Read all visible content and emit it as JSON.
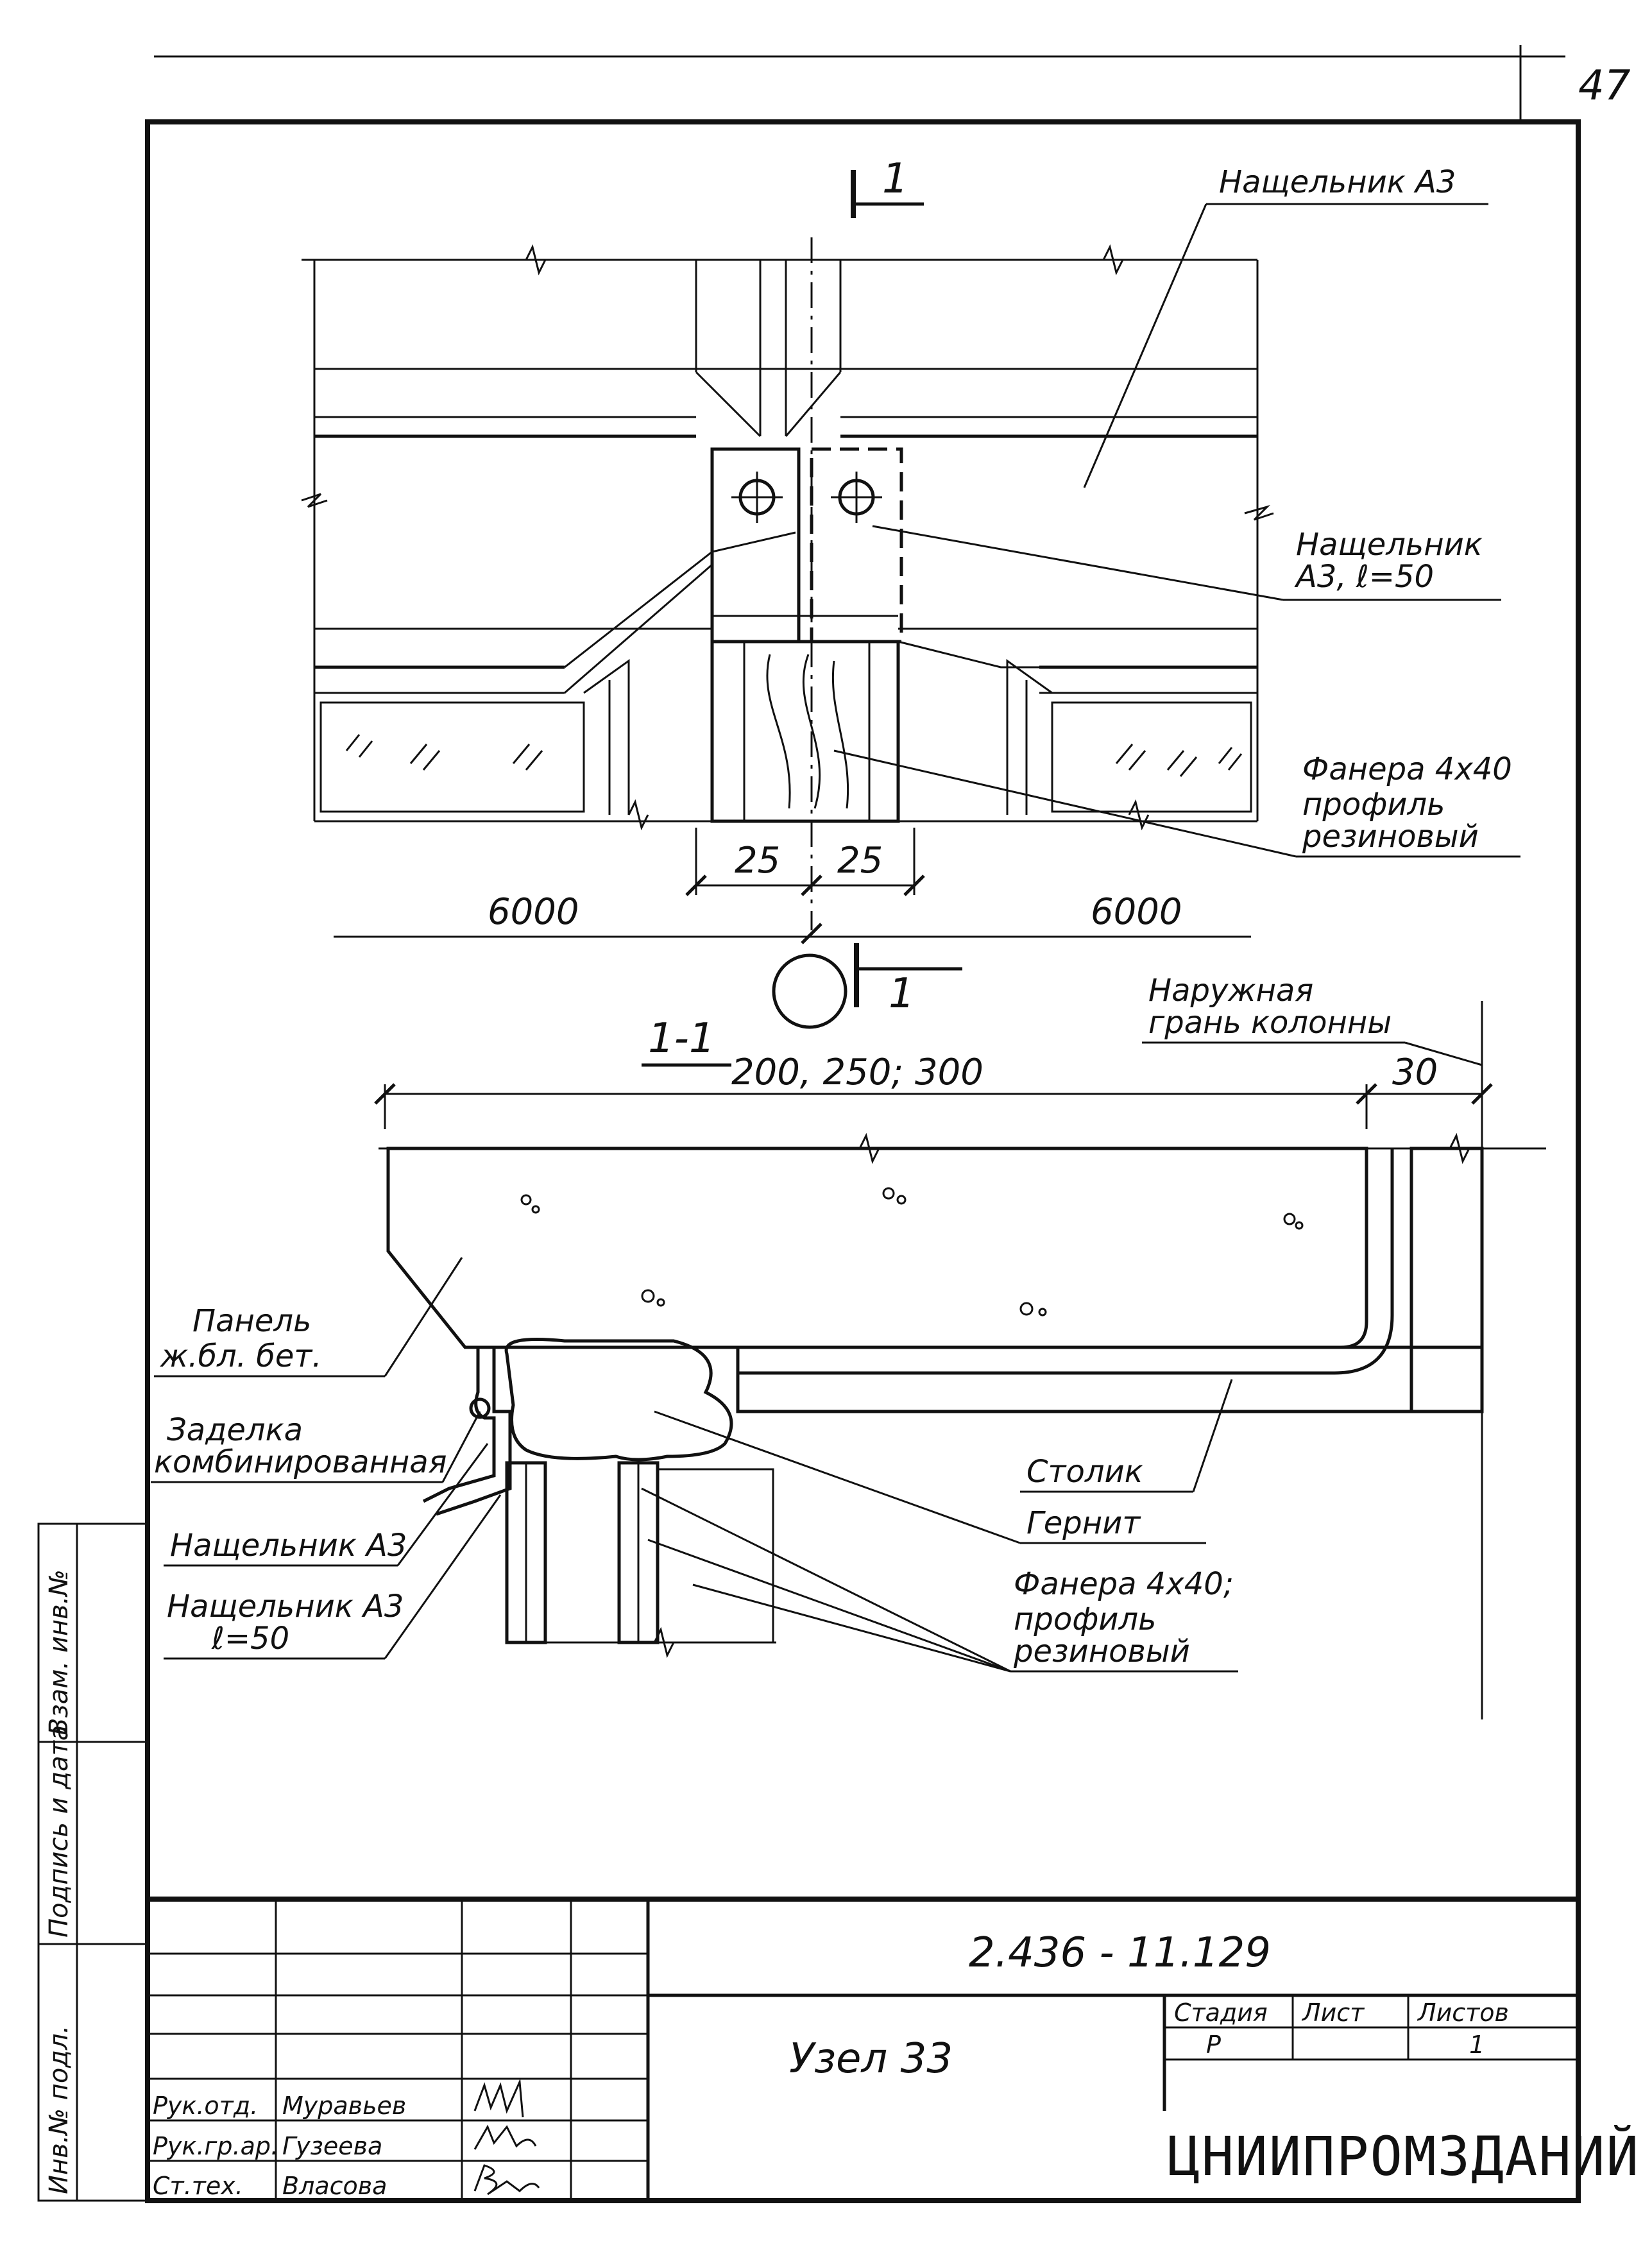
{
  "sheet": {
    "page_number": "47",
    "plan_labels": {
      "section_mark": "1",
      "flashing_top": "Нащельник А3",
      "flashing_l50_line1": "Нащельник",
      "flashing_l50_line2": "А3,  ℓ=50",
      "plywood_line1": "Фанера 4х40",
      "plywood_line2": "профиль",
      "plywood_line3": "резиновый",
      "dim_25_left": "25",
      "dim_25_right": "25",
      "dim_6000_left": "6000",
      "dim_6000_right": "6000",
      "cut_mark": "1"
    },
    "section_labels": {
      "title": "1-1",
      "outer_face_line1": "Наружная",
      "outer_face_line2": "грань колонны",
      "dim_200": "200, 250; 300",
      "dim_30": "30",
      "panel_line1": "Панель",
      "panel_line2": "ж.бл. бет.",
      "sealing_line1": "Заделка",
      "sealing_line2": "комбинированная",
      "flashing": "Нащельник А3",
      "flashing_l50_line1": "Нащельник А3",
      "flashing_l50_line2": "ℓ=50",
      "table": "Столик",
      "hernit": "Гернит",
      "plywood_line1": "Фанера 4х40;",
      "plywood_line2": "профиль",
      "plywood_line3": "резиновый"
    },
    "side_stamp": [
      "Инв.№ подл.",
      "Подпись и дата",
      "Взам. инв.№"
    ],
    "title_block": {
      "doc_code": "2.436 - 11.129",
      "node_name": "Узел 33",
      "stage_header": "Стадия",
      "sheet_header": "Лист",
      "sheets_header": "Листов",
      "stage_value": "Р",
      "sheets_value": "1",
      "organization": "ЦНИИПРОМЗДАНИЙ",
      "roles": [
        "Рук.отд.",
        "Рук.гр.ар.",
        "Ст.тех."
      ],
      "names": [
        "Муравьев",
        "Гузеева",
        "Власова"
      ]
    }
  }
}
